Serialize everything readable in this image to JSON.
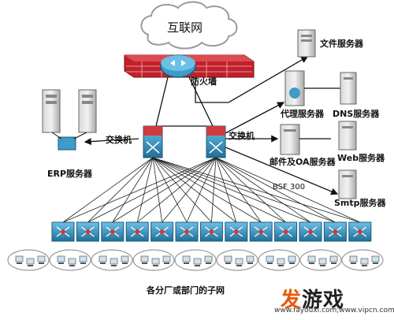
{
  "diagram": {
    "internet": "互联网",
    "firewall": "防火墙",
    "switch_left": "交换机",
    "switch_right": "交换机",
    "erp": "ERP服务器",
    "file_server": "文件服务器",
    "proxy_server": "代理服务器",
    "dns_server": "DNS服务器",
    "mail_server": "邮件及OA服务器",
    "web_server": "Web服务器",
    "bsf": "BSF 300",
    "smtp_server": "Smtp服务器",
    "branches": "各分厂或部门的子网"
  },
  "watermark": {
    "logo_part1": "发",
    "logo_part2": "游戏",
    "url": "www.fayouxi.com;www.vipcn.com"
  },
  "colors": {
    "switch_blue": "#3f9bc7",
    "firewall_red": "#c0202a",
    "server_gray": "#b9b9b9",
    "cloud_stroke": "#9a9a9a"
  }
}
